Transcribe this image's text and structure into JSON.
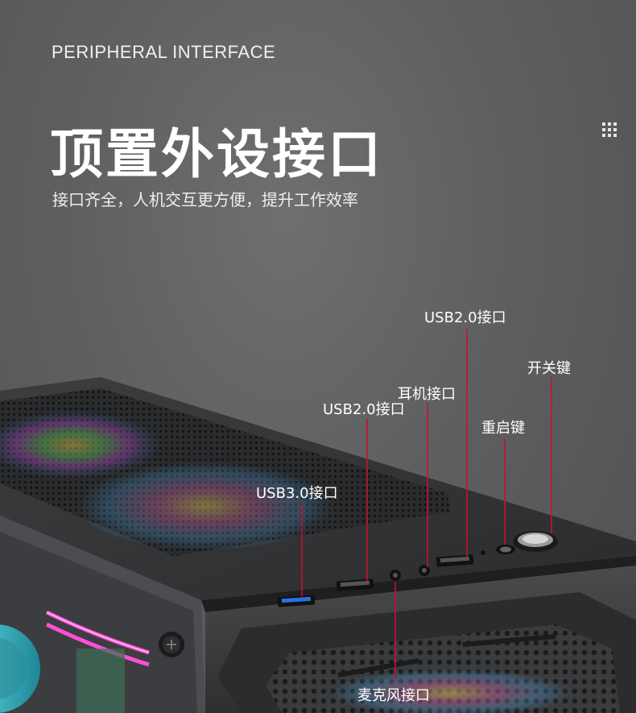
{
  "header": {
    "subtitle_en": "PERIPHERAL INTERFACE",
    "title_cn": "顶置外设接口",
    "desc_cn": "接口齐全，人机交互更方便，提升工作效率"
  },
  "icons": {
    "menu": "grid-dots-icon"
  },
  "callouts": {
    "usb20_top": "USB2.0接口",
    "power": "开关键",
    "headphone": "耳机接口",
    "usb20_left": "USB2.0接口",
    "reset": "重启键",
    "usb30": "USB3.0接口",
    "mic": "麦克风接口"
  },
  "colors": {
    "line": "#c8102e",
    "background": "#5e5f60",
    "text": "#ffffff"
  }
}
